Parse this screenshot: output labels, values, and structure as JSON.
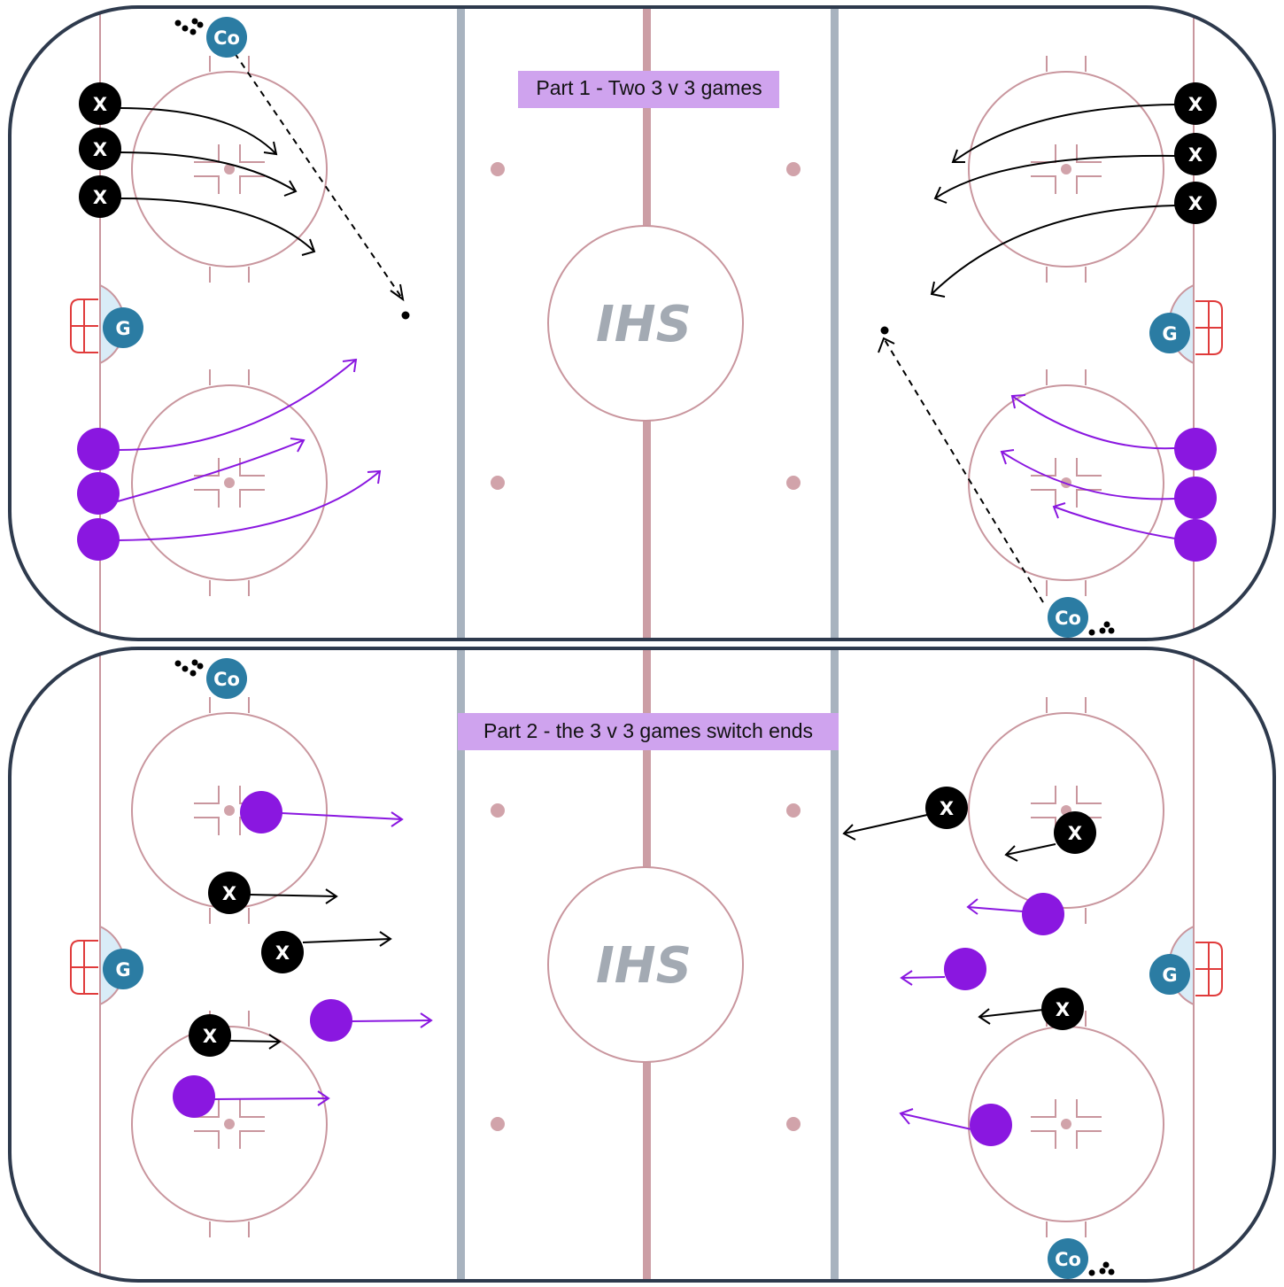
{
  "logo_text": "IHS",
  "colors": {
    "boards": "#2e3a4d",
    "rink_line": "#c9969e",
    "center_line": "#cc9ea5",
    "blue_line": "#a8b3bf",
    "crease_fill": "#d9ecf7",
    "net": "#e03b3b",
    "coach": "#2b7ca3",
    "team_black": "#000000",
    "team_purple": "#8a17e0",
    "title_bg": "#cfa3ee",
    "logo": "#a3aab3"
  },
  "panels": [
    {
      "title": "Part 1 - Two 3 v 3 games",
      "coach_label": "Co",
      "goalie_label": "G",
      "player_label": "X"
    },
    {
      "title": "Part 2 - the 3 v 3 games switch ends",
      "coach_label": "Co",
      "goalie_label": "G",
      "player_label": "X"
    }
  ]
}
